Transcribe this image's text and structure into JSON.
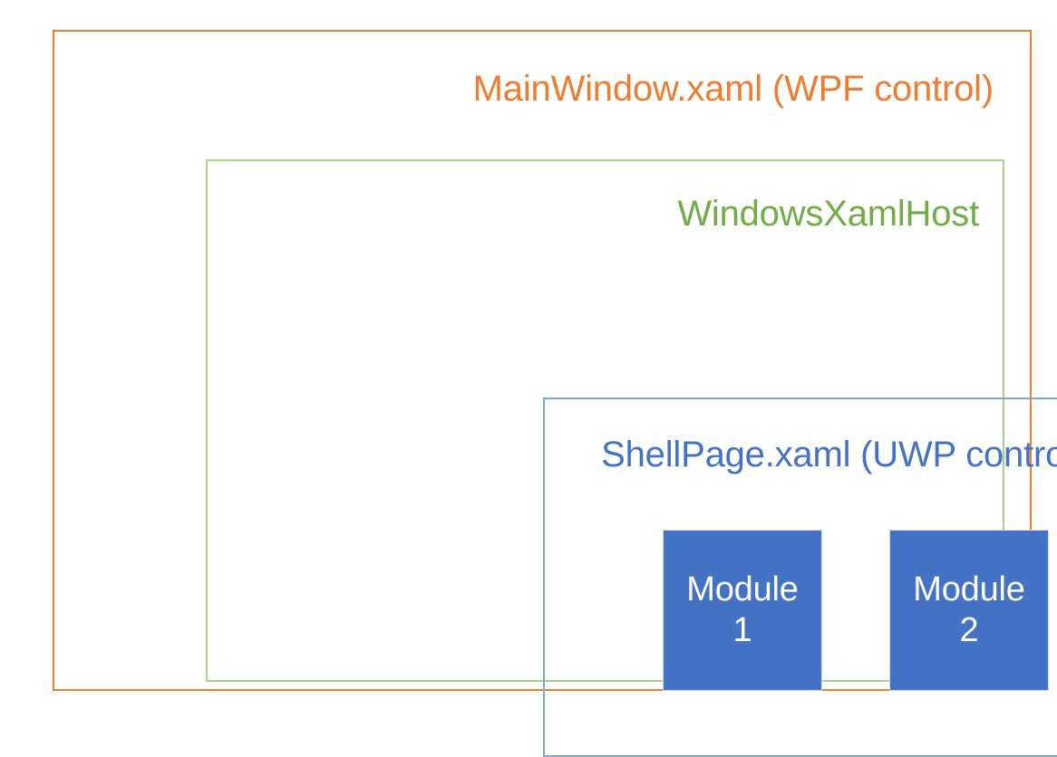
{
  "diagram": {
    "title": "MainWindow.xaml (WPF control)",
    "background_color": "#FFFFFF",
    "layers": {
      "outer": {
        "label": "MainWindow.xaml (WPF control)",
        "border_color": "#ED7D31",
        "text_color": "#ED7D31"
      },
      "middle": {
        "label": "WindowsXamlHost",
        "border_color": "#A9D18E",
        "text_color": "#70AD47"
      },
      "inner": {
        "label": "ShellPage.xaml (UWP control)",
        "border_color": "#7BA7D7",
        "text_color": "#4472C4"
      }
    },
    "modules": [
      {
        "label": "Module 1",
        "fill_color": "#4472C4",
        "text_color": "#FFFFFF"
      },
      {
        "label": "Module 2",
        "fill_color": "#4472C4",
        "text_color": "#FFFFFF"
      }
    ]
  }
}
